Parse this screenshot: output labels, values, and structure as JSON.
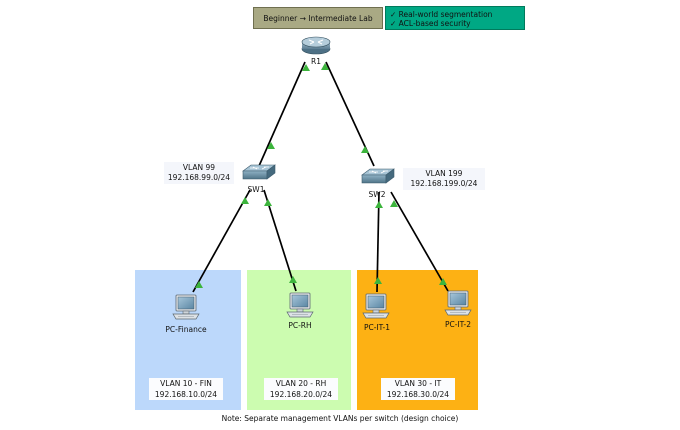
{
  "banner": {
    "level": "Beginner → Intermediate Lab",
    "features": [
      "✓ Real-world segmentation",
      "✓ ACL-based security"
    ]
  },
  "devices": {
    "router": {
      "label": "R1",
      "icon": "router-icon"
    },
    "switches": [
      {
        "label": "SW1",
        "mgmt_vlan": "VLAN 99",
        "mgmt_subnet": "192.168.99.0/24",
        "icon": "switch-icon"
      },
      {
        "label": "SW2",
        "mgmt_vlan": "VLAN 199",
        "mgmt_subnet": "192.168.199.0/24",
        "icon": "switch-icon"
      }
    ],
    "pcs": [
      {
        "label": "PC-Finance",
        "icon": "pc-icon"
      },
      {
        "label": "PC-RH",
        "icon": "pc-icon"
      },
      {
        "label": "PC-IT-1",
        "icon": "pc-icon"
      },
      {
        "label": "PC-IT-2",
        "icon": "pc-icon"
      }
    ]
  },
  "zones": [
    {
      "vlan": "VLAN 10 - FIN",
      "subnet": "192.168.10.0/24",
      "color": "#bcd8fb"
    },
    {
      "vlan": "VLAN 20  - RH",
      "subnet": "192.168.20.0/24",
      "color": "#ccfcb0"
    },
    {
      "vlan": "VLAN 30 - IT",
      "subnet": "192.168.30.0/24",
      "color": "#fdb114"
    }
  ],
  "link_status_color": "#3cb43c",
  "footer": "Note: Separate management VLANs per switch (design choice)"
}
